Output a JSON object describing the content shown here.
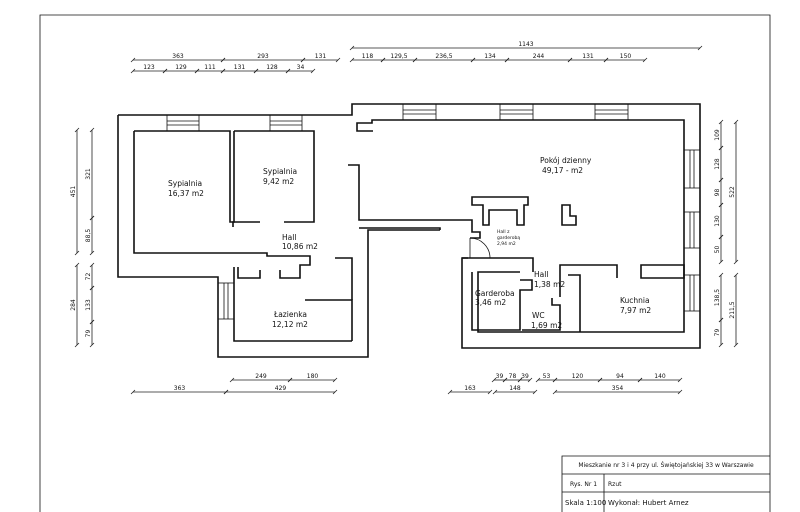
{
  "rooms": {
    "sypialnia1": {
      "name": "Sypialnia",
      "area": "16,37 m2"
    },
    "sypialnia2": {
      "name": "Sypialnia",
      "area": "9,42 m2"
    },
    "hall1": {
      "name": "Hall",
      "area": "10,86 m2"
    },
    "lazienka": {
      "name": "Łazienka",
      "area": "12,12 m2"
    },
    "pokoj": {
      "name": "Pokój dzienny",
      "area": "49,17 - m2"
    },
    "hall_garderoba": {
      "name1": "Hall z",
      "name2": "garderobą",
      "area": "2,94 m2"
    },
    "garderoba": {
      "name": "Garderoba",
      "area": "3,46 m2"
    },
    "hall2": {
      "name": "Hall",
      "area": "1,38 m2"
    },
    "wc": {
      "name": "WC",
      "area": "1,69 m2"
    },
    "kuchnia": {
      "name": "Kuchnia",
      "area": "7,97 m2"
    }
  },
  "dimensions": {
    "top_left_row1": [
      "363",
      "293",
      "131"
    ],
    "top_left_row2": [
      "123",
      "129",
      "111",
      "131",
      "128",
      "34"
    ],
    "top_right_total": [
      "1143"
    ],
    "top_right_row": [
      "118",
      "129,5",
      "236,5",
      "134",
      "244",
      "131",
      "150"
    ],
    "left_outer": [
      "451",
      "284"
    ],
    "left_inner": [
      "321",
      "88,5",
      "72",
      "133",
      "79"
    ],
    "right_inner": [
      "109",
      "128",
      "98",
      "130",
      "50",
      "138,5",
      "79"
    ],
    "right_outer": [
      "522",
      "211,5"
    ],
    "bottom_left_row1": [
      "249",
      "180"
    ],
    "bottom_left_row2": [
      "363",
      "429"
    ],
    "bottom_right_row1": [
      "39",
      "78",
      "39",
      "53",
      "120",
      "94",
      "140"
    ],
    "bottom_right_row2": [
      "163",
      "148",
      "354"
    ]
  },
  "title_block": {
    "title": "Mieszkanie nr 3 i 4 przy ul. Świętojańskiej 33 w Warszawie",
    "drawing_no_label": "Rys. Nr 1",
    "drawing_name": "Rzut",
    "scale": "Skala 1:100",
    "author": "Wykonał: Hubert Arnez"
  }
}
